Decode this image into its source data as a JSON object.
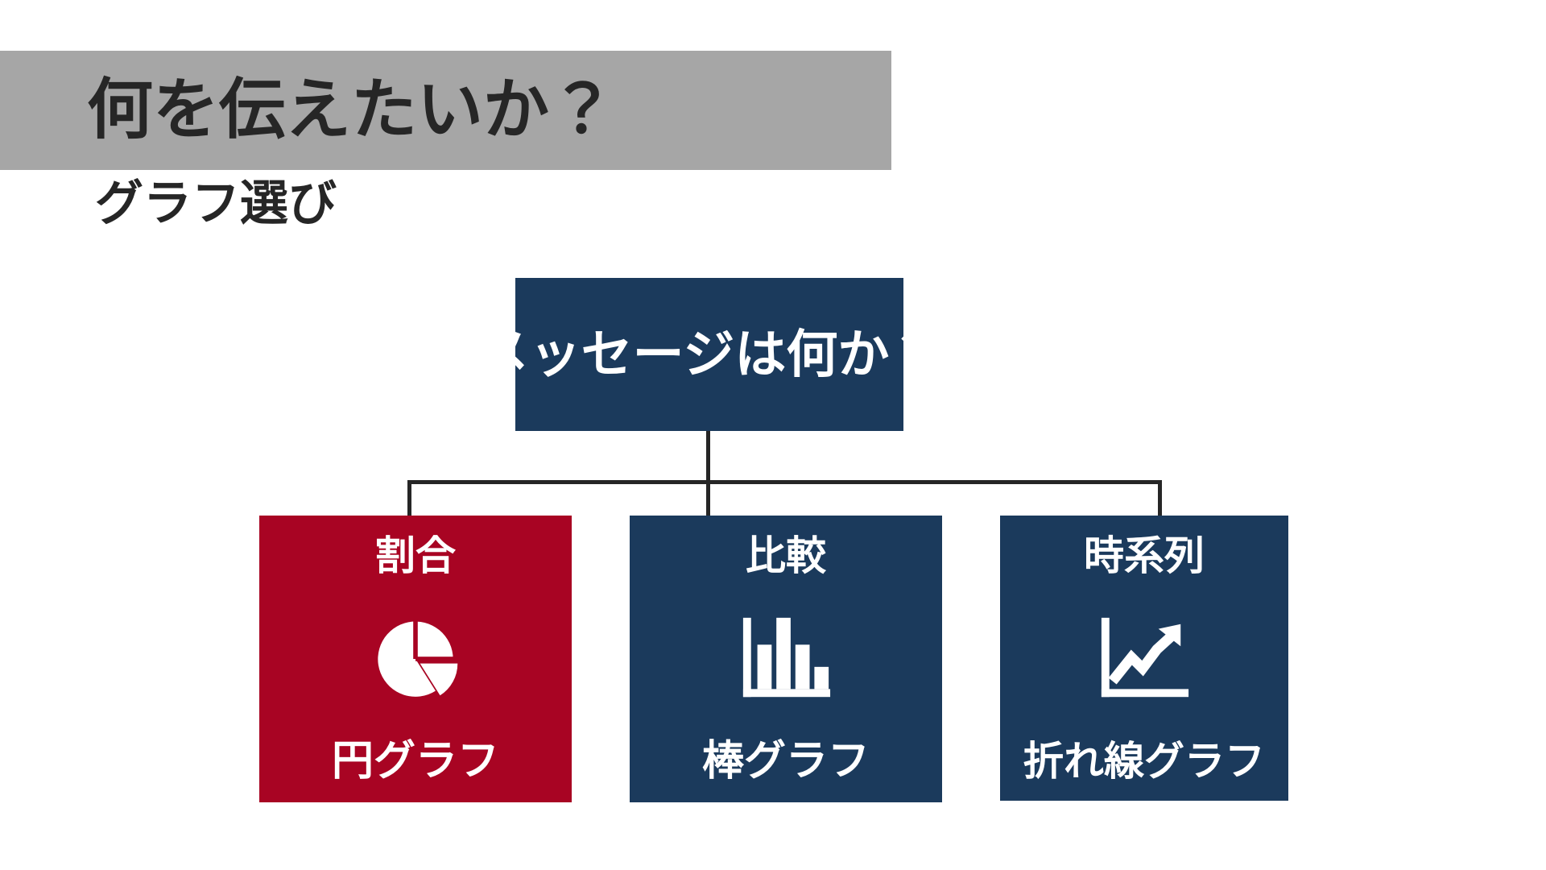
{
  "slide": {
    "title": "何を伝えたいか？",
    "subtitle": "グラフ選び",
    "banner_color": "#a6a6a6",
    "title_color": "#262626",
    "background": "#ffffff"
  },
  "colors": {
    "navy": "#1b3a5c",
    "red": "#a80423",
    "gray": "#a6a6a6",
    "dark_text": "#262626",
    "white": "#ffffff",
    "connector": "#262626"
  },
  "diagram": {
    "type": "decision-tree",
    "root": {
      "label": "メッセージは何か？",
      "color": "#1b3a5c",
      "text_color": "#ffffff"
    },
    "branches": [
      {
        "id": "ratio",
        "title": "割合",
        "caption": "円グラフ",
        "icon": "pie-chart-icon",
        "color": "#a80423",
        "text_color": "#ffffff",
        "highlighted": true
      },
      {
        "id": "compare",
        "title": "比較",
        "caption": "棒グラフ",
        "icon": "bar-chart-icon",
        "color": "#1b3a5c",
        "text_color": "#ffffff",
        "highlighted": false
      },
      {
        "id": "timeseries",
        "title": "時系列",
        "caption": "折れ線グラフ",
        "icon": "line-chart-icon",
        "color": "#1b3a5c",
        "text_color": "#ffffff",
        "highlighted": false
      }
    ]
  }
}
